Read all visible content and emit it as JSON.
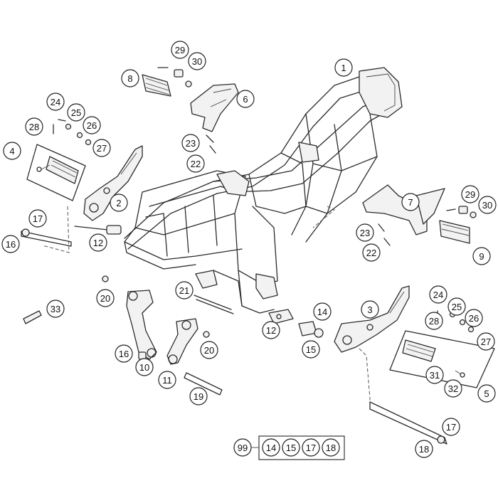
{
  "diagram": {
    "callouts": [
      {
        "id": "c1",
        "label": "1"
      },
      {
        "id": "c2",
        "label": "2"
      },
      {
        "id": "c3",
        "label": "3"
      },
      {
        "id": "c4",
        "label": "4"
      },
      {
        "id": "c5",
        "label": "5"
      },
      {
        "id": "c6",
        "label": "6"
      },
      {
        "id": "c7",
        "label": "7"
      },
      {
        "id": "c8",
        "label": "8"
      },
      {
        "id": "c9",
        "label": "9"
      },
      {
        "id": "c10",
        "label": "10"
      },
      {
        "id": "c11",
        "label": "11"
      },
      {
        "id": "c12a",
        "label": "12"
      },
      {
        "id": "c12b",
        "label": "12"
      },
      {
        "id": "c14",
        "label": "14"
      },
      {
        "id": "c15",
        "label": "15"
      },
      {
        "id": "c16a",
        "label": "16"
      },
      {
        "id": "c16b",
        "label": "16"
      },
      {
        "id": "c17a",
        "label": "17"
      },
      {
        "id": "c17b",
        "label": "17"
      },
      {
        "id": "c18",
        "label": "18"
      },
      {
        "id": "c19",
        "label": "19"
      },
      {
        "id": "c20a",
        "label": "20"
      },
      {
        "id": "c20b",
        "label": "20"
      },
      {
        "id": "c21",
        "label": "21"
      },
      {
        "id": "c22a",
        "label": "22"
      },
      {
        "id": "c22b",
        "label": "22"
      },
      {
        "id": "c23a",
        "label": "23"
      },
      {
        "id": "c23b",
        "label": "23"
      },
      {
        "id": "c24a",
        "label": "24"
      },
      {
        "id": "c24b",
        "label": "24"
      },
      {
        "id": "c25a",
        "label": "25"
      },
      {
        "id": "c25b",
        "label": "25"
      },
      {
        "id": "c26a",
        "label": "26"
      },
      {
        "id": "c26b",
        "label": "26"
      },
      {
        "id": "c27a",
        "label": "27"
      },
      {
        "id": "c27b",
        "label": "27"
      },
      {
        "id": "c28a",
        "label": "28"
      },
      {
        "id": "c28b",
        "label": "28"
      },
      {
        "id": "c29a",
        "label": "29"
      },
      {
        "id": "c29b",
        "label": "29"
      },
      {
        "id": "c30a",
        "label": "30"
      },
      {
        "id": "c30b",
        "label": "30"
      },
      {
        "id": "c31",
        "label": "31"
      },
      {
        "id": "c32",
        "label": "32"
      },
      {
        "id": "c33",
        "label": "33"
      }
    ],
    "kit": {
      "label": "99",
      "items": [
        "14",
        "15",
        "17",
        "18"
      ]
    }
  }
}
